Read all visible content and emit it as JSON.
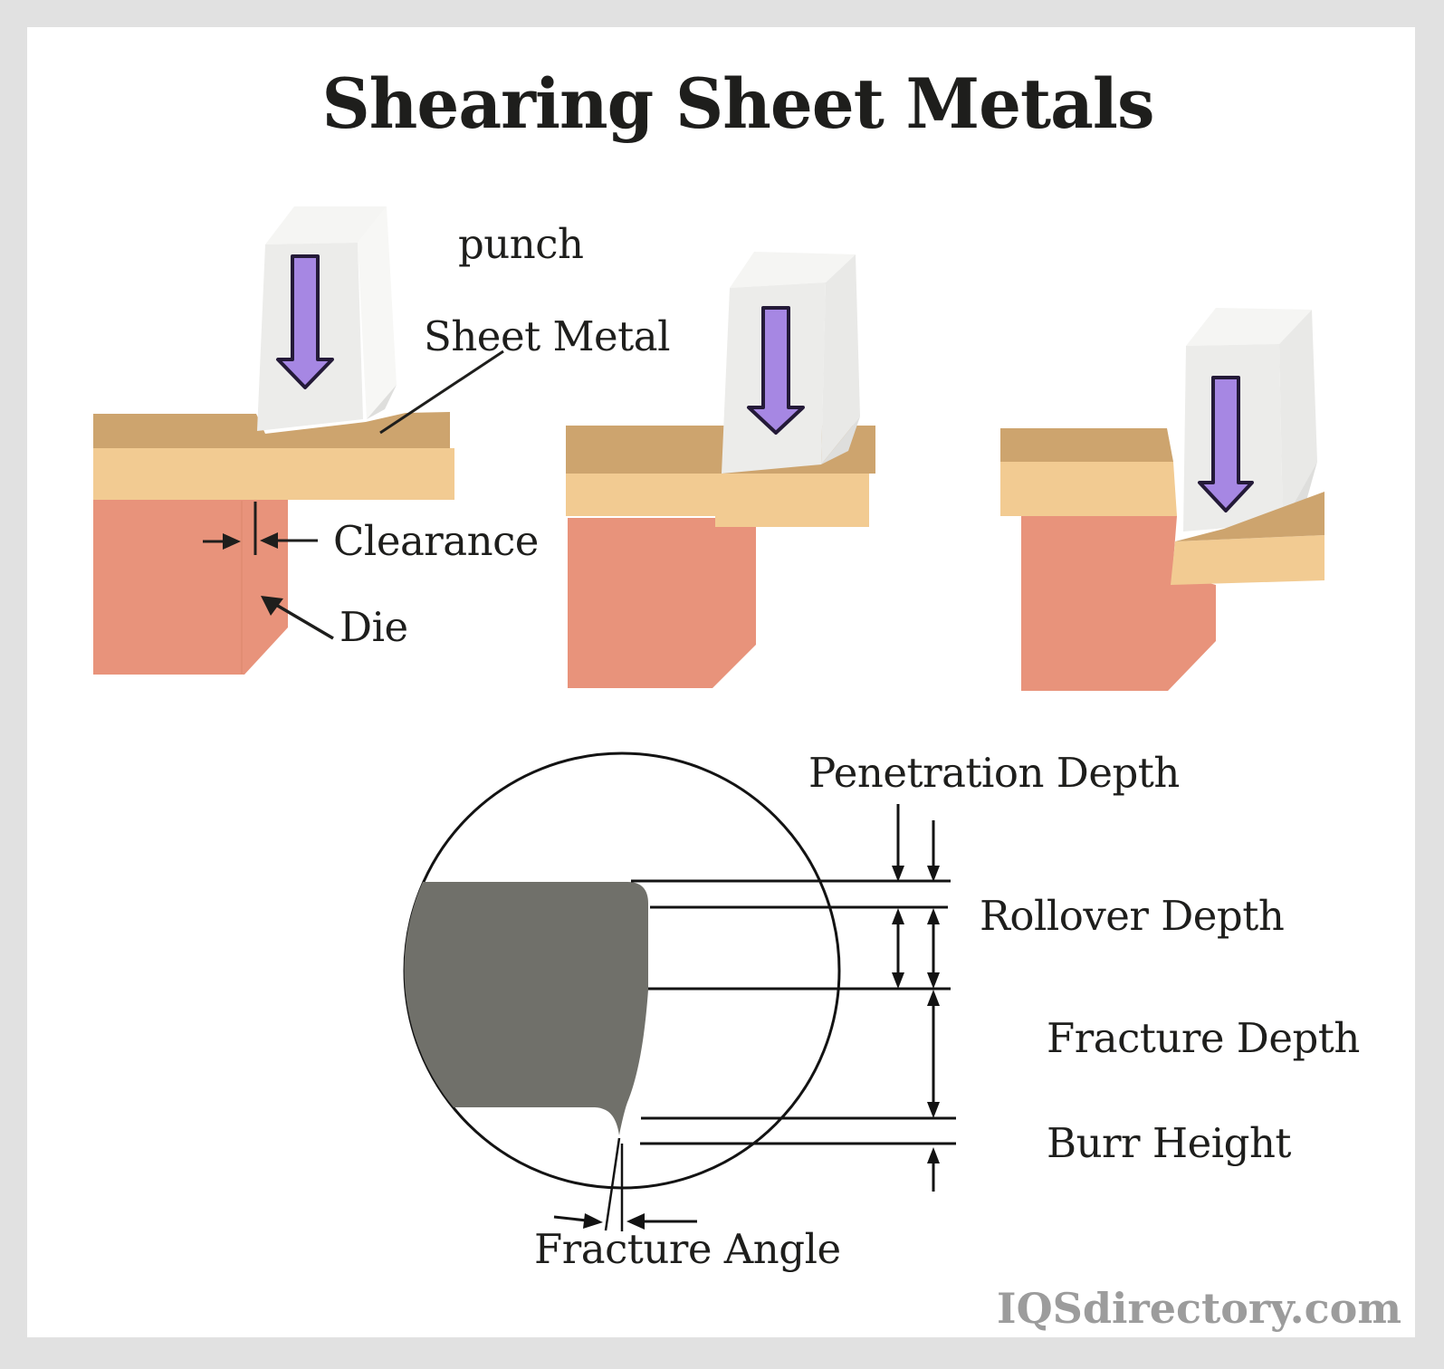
{
  "title": "Shearing Sheet Metals",
  "watermark": "IQSdirectory.com",
  "stage_labels": {
    "punch": "punch",
    "sheet_metal": "Sheet Metal",
    "clearance": "Clearance",
    "die": "Die"
  },
  "shear_edge_labels": {
    "penetration_depth": "Penetration Depth",
    "rollover_depth": "Rollover Depth",
    "fracture_depth": "Fracture Depth",
    "burr_height": "Burr Height",
    "fracture_angle": "Fracture Angle"
  },
  "colors": {
    "background_frame": "#e1e1e1",
    "page": "#ffffff",
    "text": "#1e1e1c",
    "sheet_top_layer": "#cda46e",
    "sheet_bottom_layer": "#f2cb92",
    "die": "#e8937b",
    "die_edge": "#dd8a6f",
    "punch_front": "#ececea",
    "punch_top": "#f5f5f3",
    "punch_side": "#f7f7f5",
    "punch_side_dark": "#e9e9e7",
    "punch_shadow": "#dededc",
    "arrow_purple": "#a687e3",
    "arrow_outline": "#241a38",
    "shear_section_gray": "#70706a",
    "line_black": "#131313",
    "watermark_gray": "#9c9c9c"
  }
}
